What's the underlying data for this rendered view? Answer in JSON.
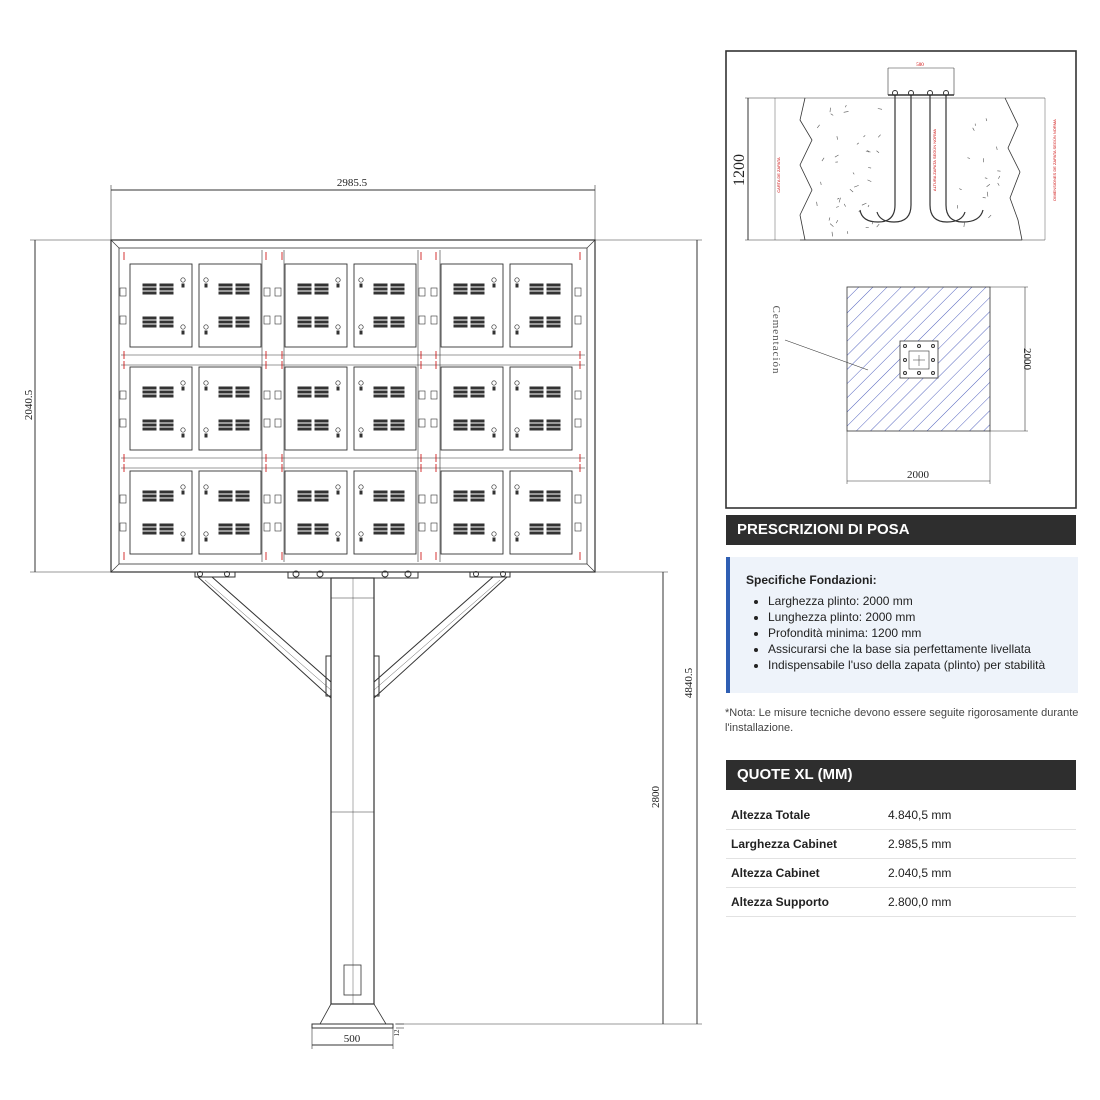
{
  "drawing": {
    "dim_width": "2985.5",
    "dim_cabinet_height": "2040.5",
    "dim_total_height": "4840.5",
    "dim_support_height": "2800",
    "dim_base_width": "500",
    "dim_base_plate": "12",
    "foundation": {
      "dim_top": "500",
      "dim_depth": "1200",
      "plan_label": "Cementación",
      "plan_width": "2000",
      "plan_length": "2000",
      "red_note_left": "CARTA DE ZAPATA",
      "red_note_center": "ALTURA ZAPATA SEGÚN NORMA",
      "red_note_right": "DIMENSIONES DE ZAPATA SEGÚN NORMA"
    }
  },
  "prescriptions": {
    "title": "PRESCRIZIONI DI POSA",
    "subtitle": "Specifiche Fondazioni:",
    "items": [
      "Larghezza plinto: 2000 mm",
      "Lunghezza plinto: 2000 mm",
      "Profondità minima: 1200 mm",
      "Assicurarsi che la base sia perfettamente livellata",
      "Indispensabile l'uso della zapata (plinto) per stabilità"
    ],
    "note": "*Nota: Le misure tecniche devono essere seguite rigorosamente durante l'installazione."
  },
  "dimensions": {
    "title": "QUOTE XL (MM)",
    "rows": [
      {
        "label": "Altezza Totale",
        "value": "4.840,5 mm"
      },
      {
        "label": "Larghezza Cabinet",
        "value": "2.985,5 mm"
      },
      {
        "label": "Altezza Cabinet",
        "value": "2.040,5 mm"
      },
      {
        "label": "Altezza Supporto",
        "value": "2.800,0 mm"
      }
    ]
  },
  "colors": {
    "header_bg": "#2e2e2e",
    "accent_blue": "#2f5fb3",
    "dimension_red": "#cc0000",
    "hatch_blue": "#2a3fb0"
  }
}
